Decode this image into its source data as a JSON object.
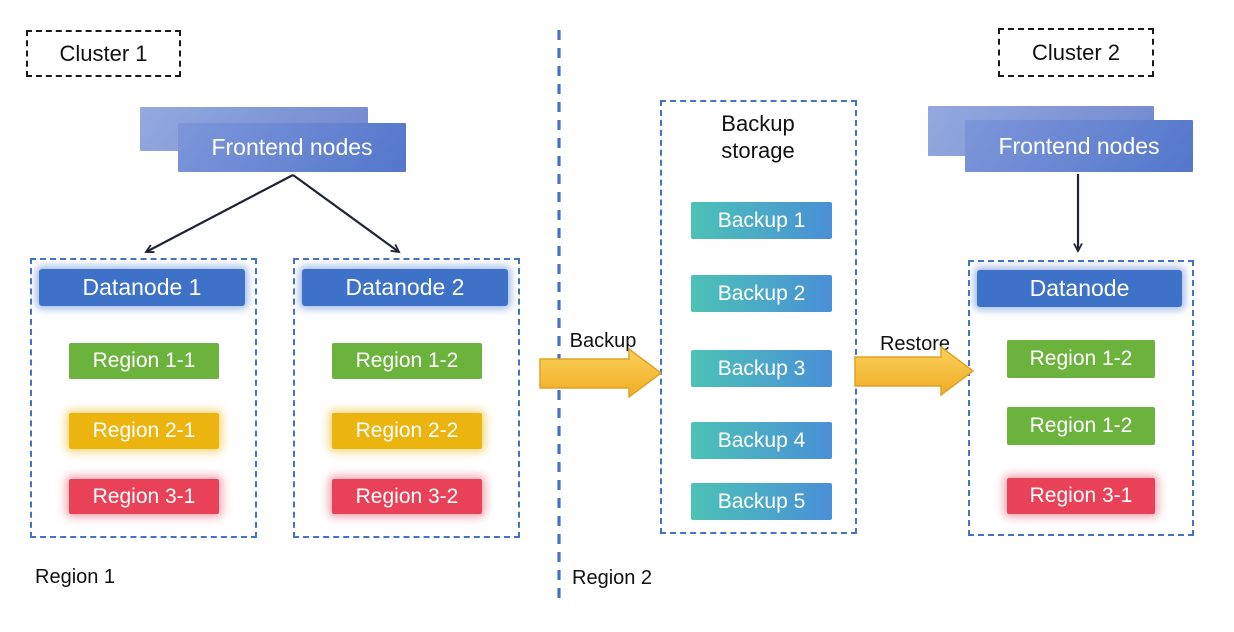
{
  "cluster1": {
    "label": "Cluster 1",
    "frontend_label": "Frontend nodes",
    "datanodes": [
      {
        "title": "Datanode 1",
        "regions": [
          {
            "label": "Region 1-1",
            "color": "green"
          },
          {
            "label": "Region 2-1",
            "color": "yellow"
          },
          {
            "label": "Region 3-1",
            "color": "red"
          }
        ]
      },
      {
        "title": "Datanode 2",
        "regions": [
          {
            "label": "Region 1-2",
            "color": "green"
          },
          {
            "label": "Region 2-2",
            "color": "yellow"
          },
          {
            "label": "Region 3-2",
            "color": "red"
          }
        ]
      }
    ],
    "region_label": "Region 1"
  },
  "middle": {
    "backup_arrow_label": "Backup",
    "restore_arrow_label": "Restore",
    "storage_title": "Backup storage",
    "backups": [
      "Backup 1",
      "Backup 2",
      "Backup 3",
      "Backup 4",
      "Backup 5"
    ],
    "region_label": "Region 2"
  },
  "cluster2": {
    "label": "Cluster 2",
    "frontend_label": "Frontend nodes",
    "datanode": {
      "title": "Datanode",
      "regions": [
        {
          "label": "Region 1-2",
          "color": "green"
        },
        {
          "label": "Region 1-2",
          "color": "green"
        },
        {
          "label": "Region 3-1",
          "color": "red"
        }
      ]
    }
  },
  "colors": {
    "container_dash_blue": "#4472c4",
    "datanode_header_blue": "#3e72c8",
    "region_green": "#6cb33e",
    "region_yellow": "#ebb40f",
    "region_red": "#e94258",
    "backup_gradient_teal": "#4cc2b6",
    "backup_gradient_blue": "#4a8fd8",
    "flow_arrow_gold": "#f5c142",
    "frontend_blue": "#5477cb"
  }
}
